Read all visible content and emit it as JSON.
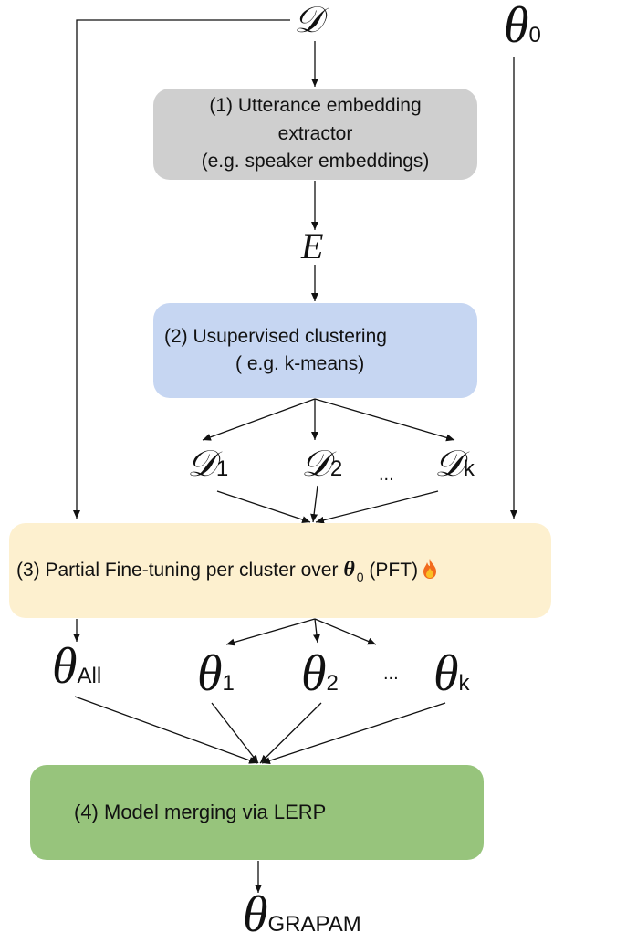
{
  "nodes": {
    "D": "𝒟",
    "theta": "θ",
    "theta0_sub": "0",
    "E": "E",
    "D1_sub": "1",
    "D2_sub": "2",
    "Dk_sub": "k",
    "dots": "...",
    "thetaAll_sub": "All",
    "theta1_sub": "1",
    "theta2_sub": "2",
    "thetak_sub": "k",
    "thetaGRAPAM_sub": "GRAPAM"
  },
  "boxes": {
    "step1_line1": "(1)  Utterance embedding",
    "step1_line2": "extractor",
    "step1_line3": "(e.g. speaker embeddings)",
    "step2_line1": "(2)  Usupervised clustering",
    "step2_line2": "( e.g. k-means)",
    "step3_prefix": "(3)  Partial Fine-tuning per cluster over ",
    "step3_theta": "θ",
    "step3_sub": "0",
    "step3_suffix": " (PFT)",
    "step4": "(4)   Model merging via LERP"
  },
  "colors": {
    "box1": "#cfcfcf",
    "box2": "#c6d6f2",
    "box3": "#fdf0cf",
    "box4": "#97c47c"
  },
  "icons": [
    "fire-icon"
  ]
}
